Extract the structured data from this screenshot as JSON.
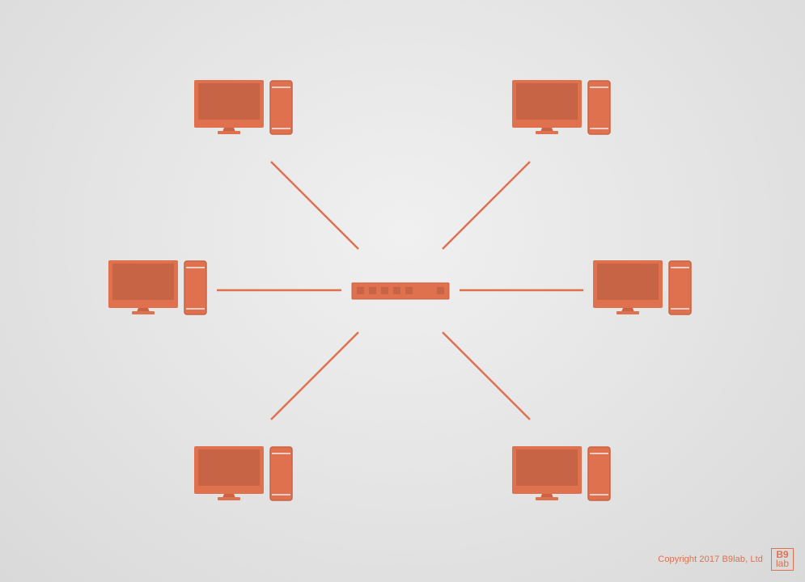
{
  "colors": {
    "accent": "#e0714e",
    "screen": "#c86446",
    "background": "#e4e4e4"
  },
  "diagram": {
    "topology": "star",
    "hub": {
      "label": "",
      "icon": "network-switch-icon",
      "port_count": 6
    },
    "nodes": [
      {
        "position": "top-left",
        "icon": "desktop-computer-icon"
      },
      {
        "position": "top-right",
        "icon": "desktop-computer-icon"
      },
      {
        "position": "middle-left",
        "icon": "desktop-computer-icon"
      },
      {
        "position": "middle-right",
        "icon": "desktop-computer-icon"
      },
      {
        "position": "bottom-left",
        "icon": "desktop-computer-icon"
      },
      {
        "position": "bottom-right",
        "icon": "desktop-computer-icon"
      }
    ],
    "edges": [
      {
        "from": "hub",
        "to": "top-left"
      },
      {
        "from": "hub",
        "to": "top-right"
      },
      {
        "from": "hub",
        "to": "middle-left"
      },
      {
        "from": "hub",
        "to": "middle-right"
      },
      {
        "from": "hub",
        "to": "bottom-left"
      },
      {
        "from": "hub",
        "to": "bottom-right"
      }
    ]
  },
  "footer": {
    "copyright": "Copyright 2017 B9lab, Ltd",
    "logo_line1": "B9",
    "logo_line2": "lab"
  }
}
